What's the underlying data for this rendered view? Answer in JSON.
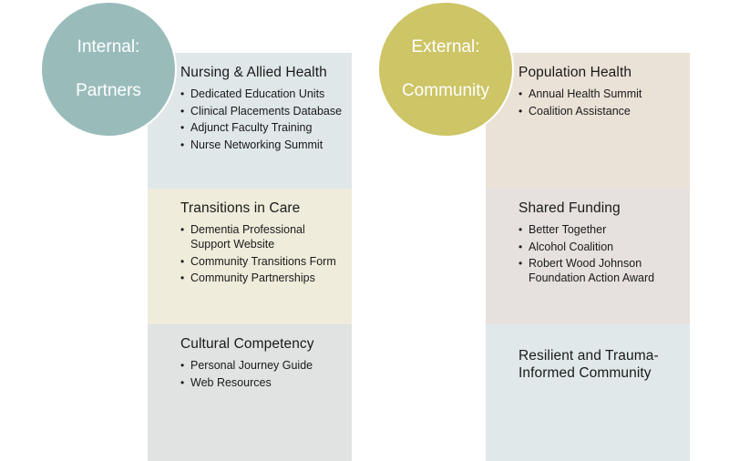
{
  "diagram": {
    "colors": {
      "internal_circle": "#99bcbb",
      "external_circle": "#cdc566",
      "nursing_bg": "#dfe7e9",
      "transitions_bg": "#efecdb",
      "cultural_bg": "#e1e2e2",
      "population_bg": "#ebe2d7",
      "funding_bg": "#e6e1de",
      "resilient_bg": "#e0e8ea"
    },
    "internal": {
      "circle_label_line1": "Internal:",
      "circle_label_line2": "Partners",
      "sections": [
        {
          "title": "Nursing & Allied Health",
          "items": [
            "Dedicated Education Units",
            "Clinical Placements Database",
            "Adjunct Faculty Training",
            "Nurse Networking Summit"
          ]
        },
        {
          "title": "Transitions in Care",
          "items": [
            "Dementia Professional Support Website",
            "Community Transitions Form",
            "Community Partnerships"
          ]
        },
        {
          "title": "Cultural Competency",
          "items": [
            "Personal Journey Guide",
            "Web Resources"
          ]
        }
      ]
    },
    "external": {
      "circle_label_line1": "External:",
      "circle_label_line2": "Community",
      "sections": [
        {
          "title": "Population Health",
          "items": [
            "Annual Health Summit",
            "Coalition Assistance"
          ]
        },
        {
          "title": "Shared Funding",
          "items": [
            "Better Together",
            "Alcohol Coalition",
            "Robert Wood Johnson Foundation Action Award"
          ]
        },
        {
          "title": "Resilient and Trauma-Informed Community",
          "items": []
        }
      ]
    }
  }
}
